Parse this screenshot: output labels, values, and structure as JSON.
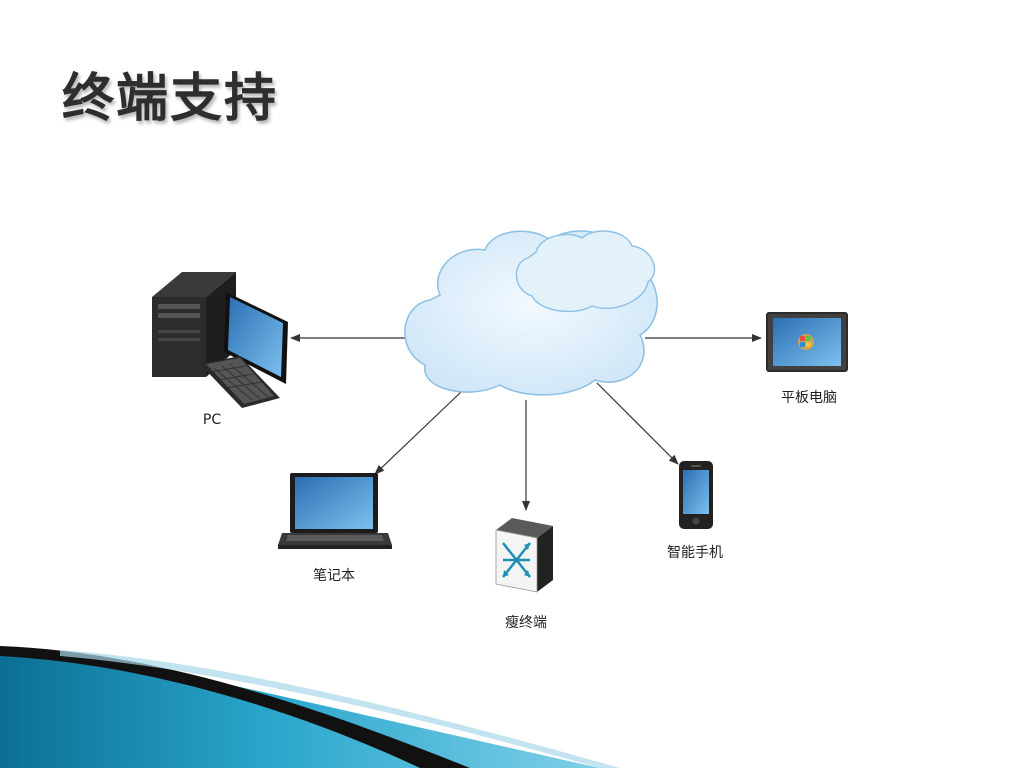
{
  "slide": {
    "title": "终端支持"
  },
  "diagram": {
    "nodes": {
      "cloud": {
        "icon": "cloud-icon"
      },
      "pc": {
        "label": "PC",
        "icon": "desktop-pc-icon"
      },
      "tablet": {
        "label": "平板电脑",
        "icon": "tablet-icon"
      },
      "laptop": {
        "label": "笔记本",
        "icon": "laptop-icon"
      },
      "thin_client": {
        "label": "瘦终端",
        "icon": "thin-client-icon"
      },
      "smartphone": {
        "label": "智能手机",
        "icon": "smartphone-icon"
      }
    },
    "edges": [
      {
        "from": "cloud",
        "to": "pc"
      },
      {
        "from": "cloud",
        "to": "tablet"
      },
      {
        "from": "cloud",
        "to": "laptop"
      },
      {
        "from": "cloud",
        "to": "thin_client"
      },
      {
        "from": "cloud",
        "to": "smartphone"
      }
    ],
    "colors": {
      "cloud_fill": "#d9edfa",
      "cloud_stroke": "#8cbfe4",
      "arrow": "#333333",
      "accent_teal": "#1d8fb5"
    }
  }
}
